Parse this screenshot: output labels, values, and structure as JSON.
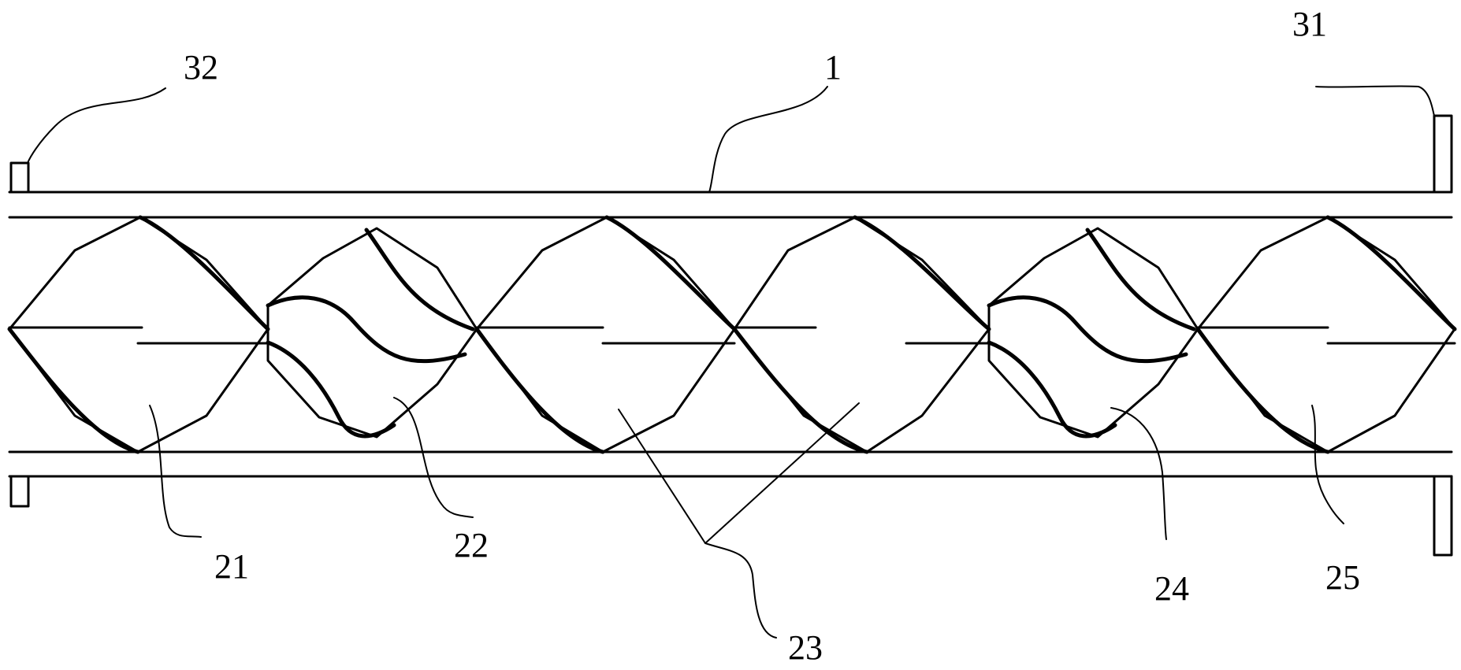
{
  "diagram": {
    "labels": {
      "tube": "1",
      "element_21": "21",
      "element_22": "22",
      "element_23": "23",
      "element_24": "24",
      "element_25": "25",
      "flange_right": "31",
      "flange_left": "32"
    }
  }
}
